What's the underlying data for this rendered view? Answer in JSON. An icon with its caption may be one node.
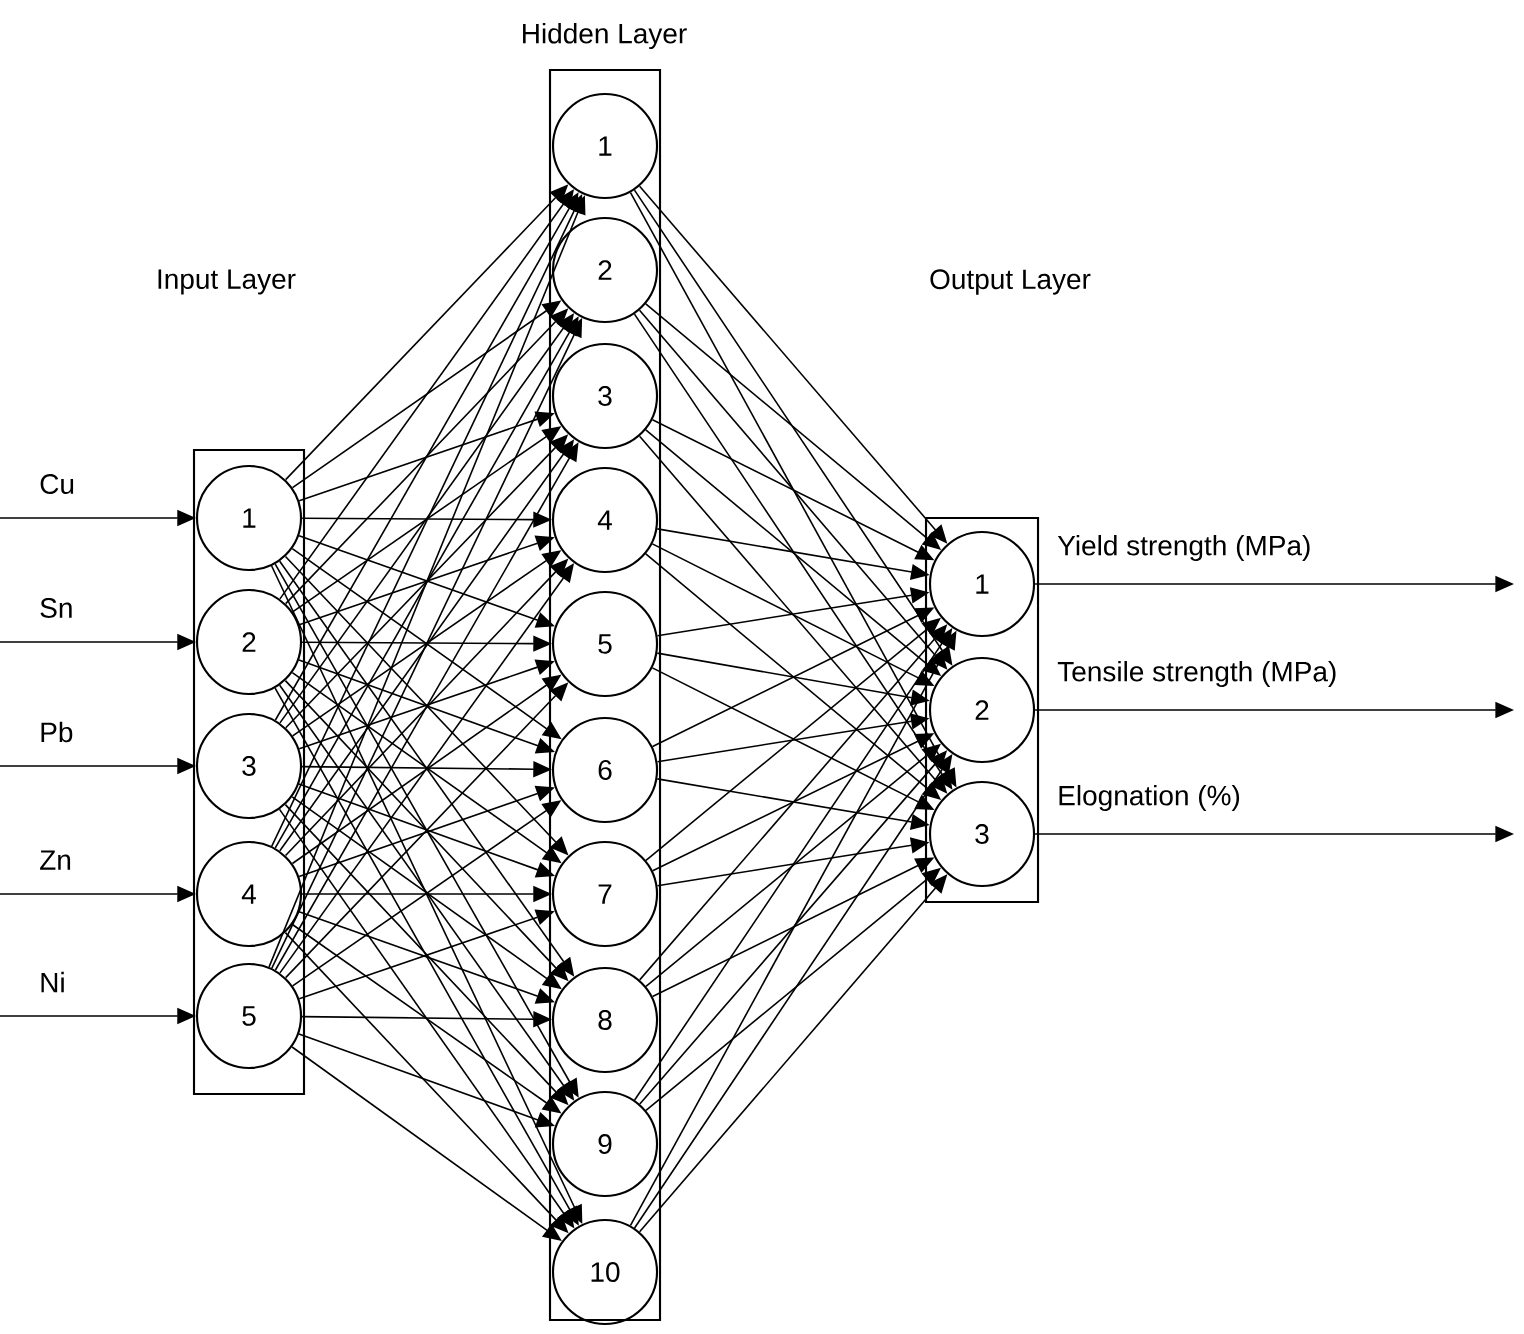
{
  "diagram": {
    "nodes": [
      {
        "text": [],
        "shape": "box"
      },
      {
        "text": [
          "1"
        ],
        "in": 0
      },
      {
        "text": [
          "2"
        ],
        "in": 0
      },
      {
        "text": [
          "3"
        ],
        "in": 0
      },
      {
        "text": [
          "4"
        ],
        "in": 0
      },
      {
        "text": [
          "5"
        ],
        "in": 0
      },
      {
        "text": [
          "Hidden Layer"
        ]
      },
      {
        "text": [
          "1"
        ],
        "in": 6
      },
      {
        "text": [
          "2"
        ],
        "in": 6
      },
      {
        "text": [
          "3"
        ],
        "in": 6
      },
      {
        "text": [
          "4"
        ],
        "in": 6
      },
      {
        "text": [
          "5"
        ],
        "in": 6
      },
      {
        "text": [
          "6"
        ],
        "in": 6
      },
      {
        "text": [
          "7"
        ],
        "in": 6
      },
      {
        "text": [
          "8"
        ],
        "in": 6
      },
      {
        "text": [
          "9"
        ],
        "in": 6
      },
      {
        "text": [
          "10"
        ],
        "in": 6
      },
      {
        "text": [],
        "shape": "box"
      },
      {
        "text": [
          "1"
        ],
        "in": 17
      },
      {
        "text": [
          "2"
        ],
        "in": 17
      },
      {
        "text": [
          "3"
        ],
        "in": 17
      }
    ],
    "edges": [
      {
        "from": null,
        "to": 1,
        "arrow": "to",
        "label": "Cu"
      },
      {
        "from": null,
        "to": 2,
        "arrow": "to",
        "label": "Sn"
      },
      {
        "from": null,
        "to": 3,
        "arrow": "to",
        "label": "Pb"
      },
      {
        "from": null,
        "to": 4,
        "arrow": "to",
        "label": "Zn"
      },
      {
        "from": null,
        "to": 5,
        "arrow": "to",
        "label": "Ni"
      },
      {
        "from": 1,
        "to": 7,
        "arrow": "to"
      },
      {
        "from": 1,
        "to": 8,
        "arrow": "to"
      },
      {
        "from": 1,
        "to": 9,
        "arrow": "to"
      },
      {
        "from": 1,
        "to": 10,
        "arrow": "to"
      },
      {
        "from": 1,
        "to": 11,
        "arrow": "to"
      },
      {
        "from": 1,
        "to": 12,
        "arrow": "to"
      },
      {
        "from": 1,
        "to": 13,
        "arrow": "to"
      },
      {
        "from": 1,
        "to": 14,
        "arrow": "to"
      },
      {
        "from": 1,
        "to": 15,
        "arrow": "to"
      },
      {
        "from": 1,
        "to": 16,
        "arrow": "to"
      },
      {
        "from": 2,
        "to": 7,
        "arrow": "to"
      },
      {
        "from": 2,
        "to": 8,
        "arrow": "to"
      },
      {
        "from": 2,
        "to": 9,
        "arrow": "to"
      },
      {
        "from": 2,
        "to": 10,
        "arrow": "to"
      },
      {
        "from": 2,
        "to": 11,
        "arrow": "to"
      },
      {
        "from": 2,
        "to": 12,
        "arrow": "to"
      },
      {
        "from": 2,
        "to": 13,
        "arrow": "to"
      },
      {
        "from": 2,
        "to": 14,
        "arrow": "to"
      },
      {
        "from": 2,
        "to": 15,
        "arrow": "to"
      },
      {
        "from": 2,
        "to": 16,
        "arrow": "to"
      },
      {
        "from": 3,
        "to": 7,
        "arrow": "to"
      },
      {
        "from": 3,
        "to": 8,
        "arrow": "to"
      },
      {
        "from": 3,
        "to": 9,
        "arrow": "to"
      },
      {
        "from": 3,
        "to": 10,
        "arrow": "to"
      },
      {
        "from": 3,
        "to": 11,
        "arrow": "to"
      },
      {
        "from": 3,
        "to": 12,
        "arrow": "to"
      },
      {
        "from": 3,
        "to": 13,
        "arrow": "to"
      },
      {
        "from": 3,
        "to": 14,
        "arrow": "to"
      },
      {
        "from": 3,
        "to": 15,
        "arrow": "to"
      },
      {
        "from": 3,
        "to": 16,
        "arrow": "to"
      },
      {
        "from": 4,
        "to": 7,
        "arrow": "to"
      },
      {
        "from": 4,
        "to": 8,
        "arrow": "to"
      },
      {
        "from": 4,
        "to": 9,
        "arrow": "to"
      },
      {
        "from": 4,
        "to": 10,
        "arrow": "to"
      },
      {
        "from": 4,
        "to": 11,
        "arrow": "to"
      },
      {
        "from": 4,
        "to": 12,
        "arrow": "to"
      },
      {
        "from": 4,
        "to": 13,
        "arrow": "to"
      },
      {
        "from": 4,
        "to": 14,
        "arrow": "to"
      },
      {
        "from": 4,
        "to": 15,
        "arrow": "to"
      },
      {
        "from": 4,
        "to": 16,
        "arrow": "to"
      },
      {
        "from": 5,
        "to": 7,
        "arrow": "to"
      },
      {
        "from": 5,
        "to": 8,
        "arrow": "to"
      },
      {
        "from": 5,
        "to": 9,
        "arrow": "to"
      },
      {
        "from": 5,
        "to": 10,
        "arrow": "to"
      },
      {
        "from": 5,
        "to": 11,
        "arrow": "to"
      },
      {
        "from": 5,
        "to": 12,
        "arrow": "to"
      },
      {
        "from": 5,
        "to": 13,
        "arrow": "to"
      },
      {
        "from": 5,
        "to": 14,
        "arrow": "to"
      },
      {
        "from": 5,
        "to": 15,
        "arrow": "to"
      },
      {
        "from": 5,
        "to": 16,
        "arrow": "to"
      },
      {
        "from": 7,
        "to": 18,
        "arrow": "to"
      },
      {
        "from": 7,
        "to": 19,
        "arrow": "to"
      },
      {
        "from": 7,
        "to": 20,
        "arrow": "to"
      },
      {
        "from": 8,
        "to": 18,
        "arrow": "to"
      },
      {
        "from": 8,
        "to": 19,
        "arrow": "to"
      },
      {
        "from": 8,
        "to": 20,
        "arrow": "to"
      },
      {
        "from": 9,
        "to": 18,
        "arrow": "to"
      },
      {
        "from": 9,
        "to": 19,
        "arrow": "to"
      },
      {
        "from": 9,
        "to": 20,
        "arrow": "to"
      },
      {
        "from": 10,
        "to": 18,
        "arrow": "to"
      },
      {
        "from": 10,
        "to": 19,
        "arrow": "to"
      },
      {
        "from": 10,
        "to": 20,
        "arrow": "to"
      },
      {
        "from": 11,
        "to": 18,
        "arrow": "to"
      },
      {
        "from": 11,
        "to": 19,
        "arrow": "to"
      },
      {
        "from": 11,
        "to": 20,
        "arrow": "to"
      },
      {
        "from": 12,
        "to": 18,
        "arrow": "to"
      },
      {
        "from": 12,
        "to": 19,
        "arrow": "to"
      },
      {
        "from": 12,
        "to": 20,
        "arrow": "to"
      },
      {
        "from": 13,
        "to": 18,
        "arrow": "to"
      },
      {
        "from": 13,
        "to": 19,
        "arrow": "to"
      },
      {
        "from": 13,
        "to": 20,
        "arrow": "to"
      },
      {
        "from": 14,
        "to": 18,
        "arrow": "to"
      },
      {
        "from": 14,
        "to": 19,
        "arrow": "to"
      },
      {
        "from": 14,
        "to": 20,
        "arrow": "to"
      },
      {
        "from": 15,
        "to": 18,
        "arrow": "to"
      },
      {
        "from": 15,
        "to": 19,
        "arrow": "to"
      },
      {
        "from": 15,
        "to": 20,
        "arrow": "to"
      },
      {
        "from": 16,
        "to": 18,
        "arrow": "to"
      },
      {
        "from": 16,
        "to": 19,
        "arrow": "to"
      },
      {
        "from": 16,
        "to": 20,
        "arrow": "to"
      },
      {
        "from": 18,
        "to": null,
        "arrow": "to",
        "label": "Yield strength (MPa)"
      },
      {
        "from": 19,
        "to": null,
        "arrow": "to",
        "label": "Tensile strength (MPa)"
      },
      {
        "from": 20,
        "to": null,
        "arrow": "to",
        "label": "Elognation (%)"
      }
    ],
    "labels": [
      "Input Layer",
      "Output Layer"
    ]
  }
}
